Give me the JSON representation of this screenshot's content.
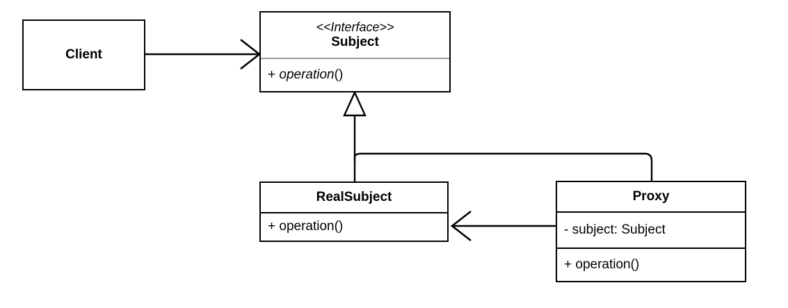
{
  "diagram": {
    "type": "uml-class-diagram",
    "title": "Proxy design pattern class diagram",
    "background_color": "#ffffff",
    "line_color": "#000000",
    "divider_gray": "#9a9a9a"
  },
  "classes": [
    {
      "id": "client",
      "name": "Client",
      "stereotype": "",
      "attributes": [],
      "operations": []
    },
    {
      "id": "subject",
      "name": "Subject",
      "stereotype": "<<Interface>>",
      "attributes": [],
      "operations": [
        {
          "visibility": "+",
          "name": "operation",
          "params": "()",
          "abstract": true,
          "text": "+ operation()"
        }
      ]
    },
    {
      "id": "realsubject",
      "name": "RealSubject",
      "stereotype": "",
      "attributes": [],
      "operations": [
        {
          "visibility": "+",
          "name": "operation",
          "params": "()",
          "abstract": false,
          "text": "+ operation()"
        }
      ]
    },
    {
      "id": "proxy",
      "name": "Proxy",
      "stereotype": "",
      "attributes": [
        {
          "visibility": "-",
          "name": "subject",
          "type": "Subject",
          "text": "- subject: Subject"
        }
      ],
      "operations": [
        {
          "visibility": "+",
          "name": "operation",
          "params": "()",
          "abstract": false,
          "text": "+ operation()"
        }
      ]
    }
  ],
  "relationships": [
    {
      "id": "client-subject",
      "kind": "association",
      "from": "Client",
      "to": "Subject",
      "arrow": "open-arrow",
      "label": ""
    },
    {
      "id": "realsubject-subject",
      "kind": "generalization",
      "from": "RealSubject",
      "to": "Subject",
      "arrow": "hollow-triangle",
      "label": ""
    },
    {
      "id": "proxy-subject",
      "kind": "generalization",
      "from": "Proxy",
      "to": "Subject",
      "arrow": "hollow-triangle",
      "label": ""
    },
    {
      "id": "proxy-realsubject",
      "kind": "association",
      "from": "Proxy",
      "to": "RealSubject",
      "arrow": "open-arrow",
      "label": ""
    }
  ]
}
